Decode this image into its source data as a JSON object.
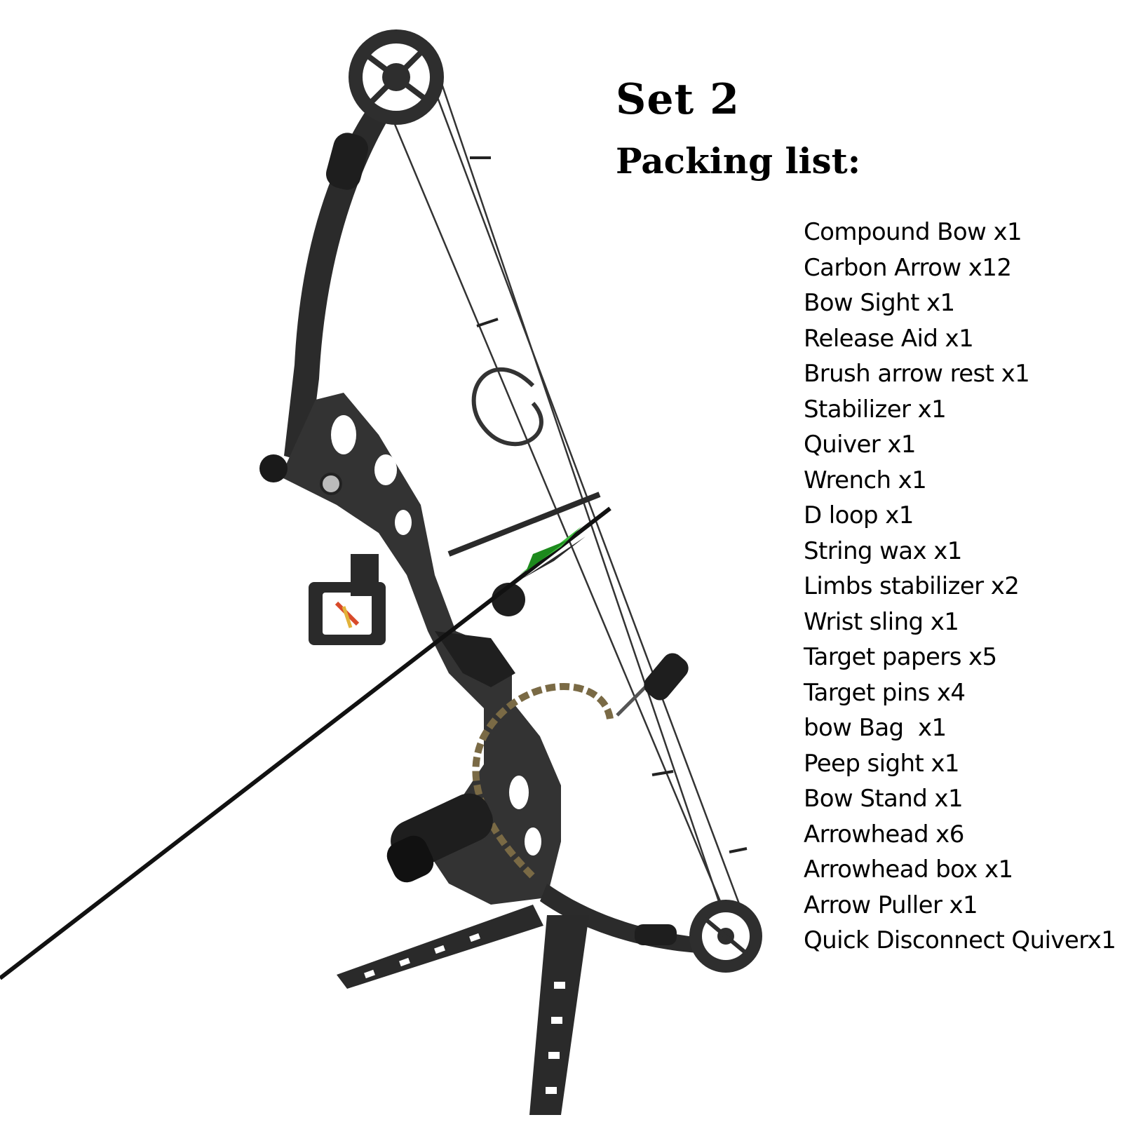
{
  "heading": {
    "set": "Set 2",
    "list_title": "Packing list:"
  },
  "packing_list": [
    "Compound Bow x1",
    "Carbon Arrow x12",
    "Bow Sight x1",
    "Release Aid x1",
    "Brush arrow rest x1",
    "Stabilizer x1",
    "Quiver x1",
    "Wrench x1",
    "D loop x1",
    "String wax x1",
    "Limbs stabilizer x2",
    "Wrist sling x1",
    "Target papers x5",
    "Target pins x4",
    "bow Bag  x1",
    "Peep sight x1",
    "Bow Stand x1",
    "Arrowhead x6",
    "Arrowhead box x1",
    "Arrow Puller x1",
    "Quick Disconnect Quiverx1"
  ],
  "colors": {
    "bow_body": "#2b2b2b",
    "fletching": "#3fbf3f",
    "wrist_sling": "#7a6a45"
  }
}
